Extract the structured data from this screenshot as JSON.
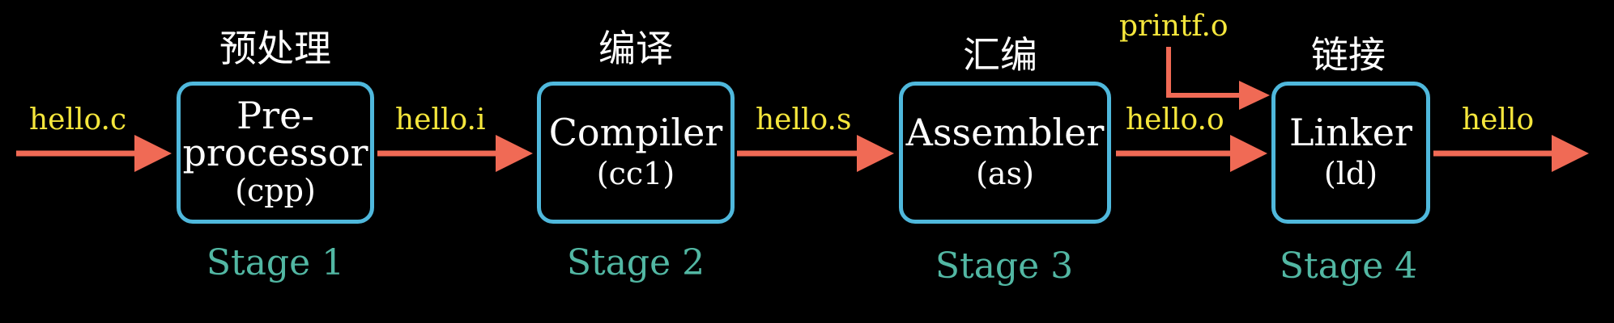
{
  "colors": {
    "background": "#000000",
    "box_border": "#4fb8dc",
    "arrow": "#f06a55",
    "file_label": "#f5e63c",
    "stage_label": "#52b7a3",
    "text": "#ffffff"
  },
  "stages": [
    {
      "cn_title": "预处理",
      "name": "Pre-\nprocessor",
      "tool": "(cpp)",
      "stage_label": "Stage 1"
    },
    {
      "cn_title": "编译",
      "name": "Compiler",
      "tool": "(cc1)",
      "stage_label": "Stage 2"
    },
    {
      "cn_title": "汇编",
      "name": "Assembler",
      "tool": "(as)",
      "stage_label": "Stage 3"
    },
    {
      "cn_title": "链接",
      "name": "Linker",
      "tool": "(ld)",
      "stage_label": "Stage 4"
    }
  ],
  "files": {
    "input": "hello.c",
    "preprocessed": "hello.i",
    "assembly": "hello.s",
    "object": "hello.o",
    "library": "printf.o",
    "output": "hello"
  }
}
